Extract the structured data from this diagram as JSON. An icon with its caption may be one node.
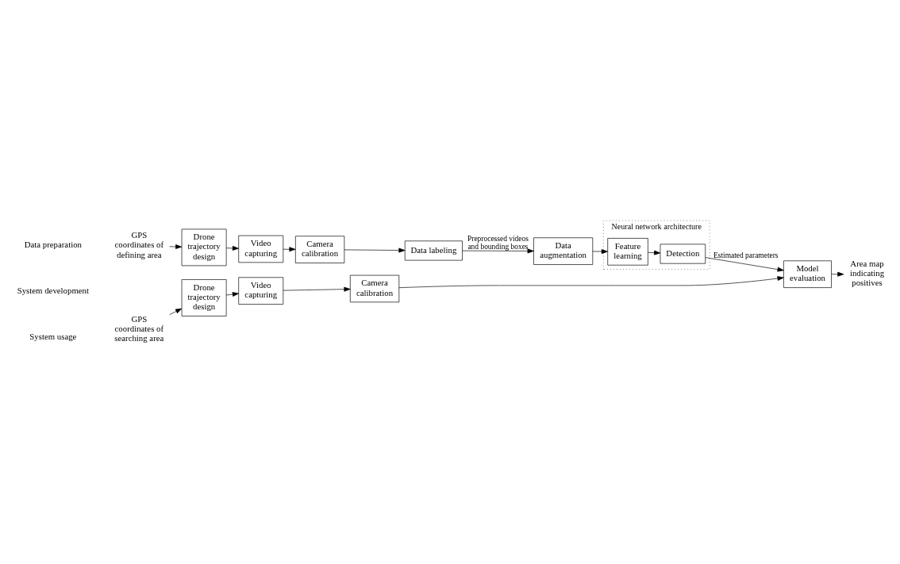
{
  "diagram": {
    "nodes": [
      {
        "text": [
          "GPS coordinates of defining area"
        ]
      },
      {
        "text": [
          "Drone trajectory design"
        ]
      },
      {
        "text": [
          "Video capturing"
        ]
      },
      {
        "text": [
          "Camera calibration"
        ]
      },
      {
        "text": [
          "Data labeling"
        ]
      },
      {
        "text": [
          "Data augmentation"
        ]
      },
      {
        "text": [
          "Neural network architecture"
        ]
      },
      {
        "text": [
          "Feature learning"
        ],
        "in": 6
      },
      {
        "text": [
          "Detection"
        ],
        "in": 6
      },
      {
        "text": [
          "GPS coordinates of searching area"
        ]
      },
      {
        "text": [
          "Drone trajectory design"
        ]
      },
      {
        "text": [
          "Video capturing"
        ]
      },
      {
        "text": [
          "Camera calibration"
        ]
      },
      {
        "text": [
          "Model evaluation"
        ]
      },
      {
        "text": [
          "Area map indicating positives"
        ]
      }
    ],
    "edges": [
      {
        "from": 0,
        "to": 1,
        "arrow": "to"
      },
      {
        "from": 1,
        "to": 2,
        "arrow": "to"
      },
      {
        "from": 2,
        "to": 3,
        "arrow": "to"
      },
      {
        "from": 3,
        "to": 4,
        "arrow": "to"
      },
      {
        "from": 4,
        "to": 5,
        "arrow": "to",
        "label": "Preprocessed videos and bounding boxes"
      },
      {
        "from": 5,
        "to": 7,
        "arrow": "to"
      },
      {
        "from": 7,
        "to": 8,
        "arrow": "to"
      },
      {
        "from": 8,
        "to": 13,
        "arrow": "to",
        "label": "Estimated parameters"
      },
      {
        "from": 9,
        "to": 10,
        "arrow": "to"
      },
      {
        "from": 10,
        "to": 11,
        "arrow": "to"
      },
      {
        "from": 11,
        "to": 12,
        "arrow": "to"
      },
      {
        "from": 12,
        "to": 13,
        "arrow": "to"
      },
      {
        "from": 13,
        "to": 14,
        "arrow": "to"
      }
    ],
    "labels": [
      "Data preparation",
      "System development",
      "System usage"
    ]
  }
}
